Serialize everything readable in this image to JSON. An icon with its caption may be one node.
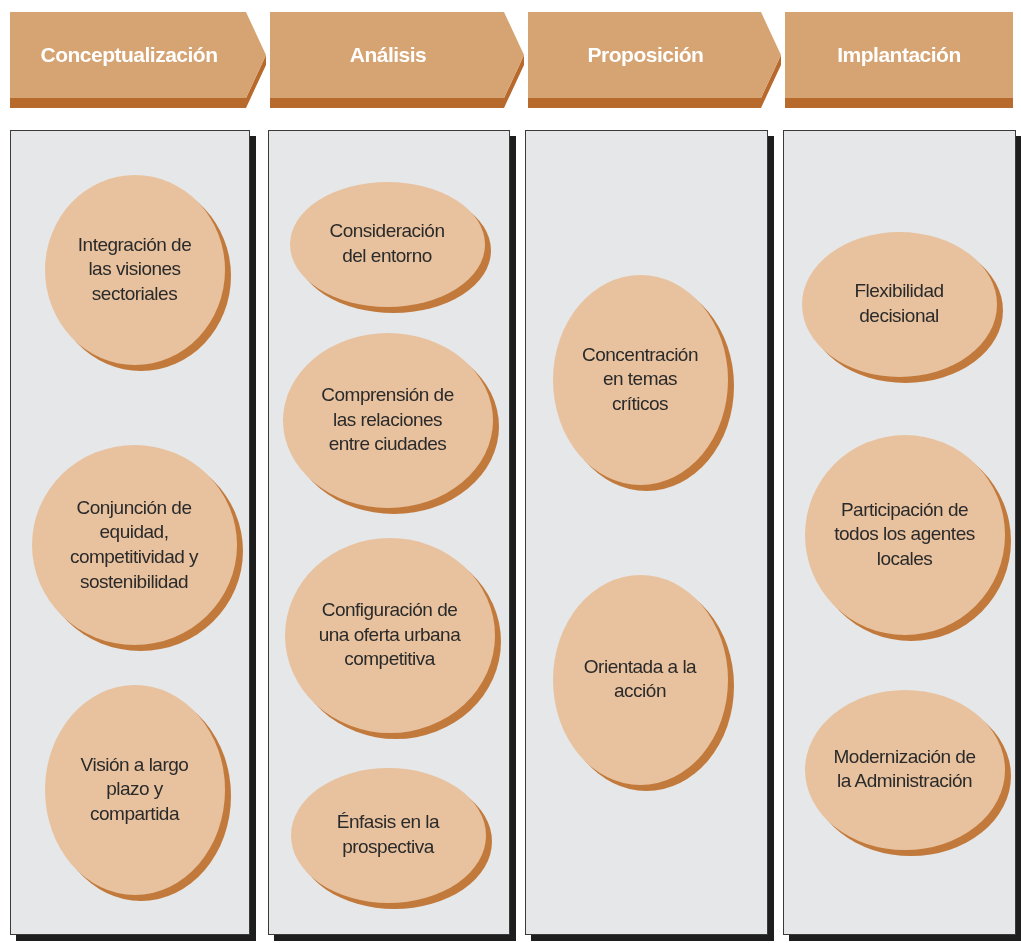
{
  "diagram": {
    "nodes": [
      {
        "text": [
          "Conceptualización"
        ]
      },
      {
        "text": [
          "Análisis"
        ]
      },
      {
        "text": [
          "Proposición"
        ]
      },
      {
        "text": [
          "Implantación"
        ]
      },
      {
        "text": [],
        "shape": "box"
      },
      {
        "text": [
          "Integración de las visiones sectoriales"
        ],
        "in": 4
      },
      {
        "text": [
          "Conjunción de equidad, competitividad y sostenibilidad"
        ],
        "in": 4
      },
      {
        "text": [
          "Visión a largo plazo y compartida"
        ],
        "in": 4
      },
      {
        "text": [],
        "shape": "box"
      },
      {
        "text": [
          "Consideración del entorno"
        ],
        "in": 8
      },
      {
        "text": [
          "Comprensión de las relaciones entre ciudades"
        ],
        "in": 8
      },
      {
        "text": [
          "Configuración de una oferta urbana competitiva"
        ],
        "in": 8
      },
      {
        "text": [
          "Énfasis en la prospectiva"
        ],
        "in": 8
      },
      {
        "text": [],
        "shape": "box"
      },
      {
        "text": [
          "Concentración en temas críticos"
        ],
        "in": 13
      },
      {
        "text": [
          "Orientada a la acción"
        ],
        "in": 13
      },
      {
        "text": [],
        "shape": "box"
      },
      {
        "text": [
          "Flexibilidad decisional"
        ],
        "in": 16
      },
      {
        "text": [
          "Participación de todos los agentes locales"
        ],
        "in": 16
      },
      {
        "text": [
          "Modernización de la Administración"
        ],
        "in": 16
      }
    ]
  }
}
